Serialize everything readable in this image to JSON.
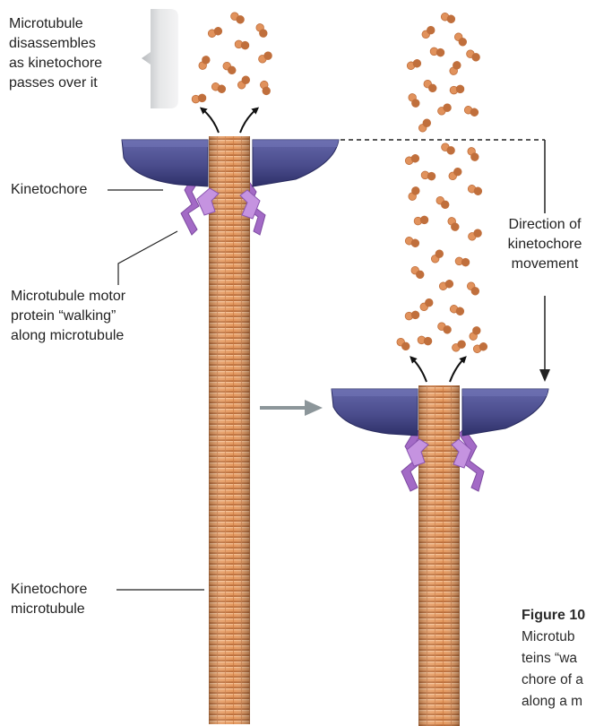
{
  "labels": {
    "disassembles": [
      "Microtubule",
      "disassembles",
      "as kinetochore",
      "passes over it"
    ],
    "kinetochore": "Kinetochore",
    "motor_protein": [
      "Microtubule motor",
      "protein “walking”",
      "along microtubule"
    ],
    "direction": [
      "Direction of",
      "kinetochore",
      "movement"
    ],
    "kt_microtubule": [
      "Kinetochore",
      "microtubule"
    ]
  },
  "caption": {
    "title": "Figure 10",
    "lines": [
      "Microtub",
      "teins “wa",
      "chore of a",
      "along a m"
    ]
  },
  "colors": {
    "microtubule": "#e1925c",
    "tubulin_dark": "#c06f3c",
    "kinetochore": "#4a4c8c",
    "kinetochore_dark": "#2e3068",
    "motor": "#a36ac6",
    "arrow_gray": "#8c969a",
    "bracket": "#cfd1d3"
  }
}
